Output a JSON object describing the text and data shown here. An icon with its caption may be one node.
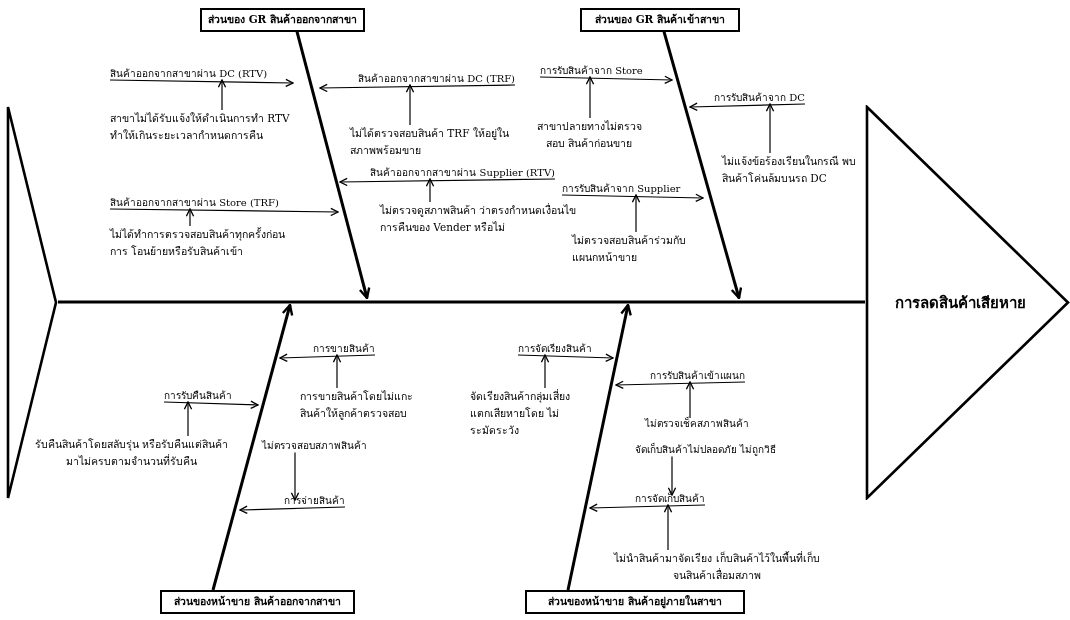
{
  "diagram": {
    "nodes": [
      {
        "text": [],
        "shape": "triangle"
      },
      {
        "text": [
          "การลดสินค้าเสียหาย"
        ]
      },
      {
        "text": [
          "ส่วนของ GR สินค้าออกจากสาขา"
        ]
      },
      {
        "text": [
          "สินค้าออกจากสาขาผ่าน DC  (RTV)"
        ]
      },
      {
        "text": [
          "สาขาไม่ได้รับแจ้งให้ดำเนินการทำ RTV ทำให้เกินระยะเวลากำหนดการคืน"
        ]
      },
      {
        "text": [
          "สินค้าออกจากสาขาผ่าน DC  (TRF)"
        ]
      },
      {
        "text": [
          "ไม่ได้ตรวจสอบสินค้า TRF ให้อยู่ใน สภาพพร้อมขาย"
        ]
      },
      {
        "text": [
          "สินค้าออกจากสาขาผ่าน Supplier (RTV)"
        ]
      },
      {
        "text": [
          "ไม่ตรวจดูสภาพสินค้า ว่าตรงกำหนดเงื่อนไขการคืนของ Vender หรือไม่"
        ]
      },
      {
        "text": [
          "สินค้าออกจากสาขาผ่าน Store (TRF)"
        ]
      },
      {
        "text": [
          "ไม่ได้ทำการตรวจสอบสินค้าทุกครั้งก่อนการ โอนย้ายหรือรับสินค้าเข้า"
        ]
      },
      {
        "text": [
          "ส่วนของ GR สินค้าเข้าสาขา"
        ]
      },
      {
        "text": [
          "การรับสินค้าจาก Store"
        ]
      },
      {
        "text": [
          "สาขาปลายทางไม่ตรวจสอบ สินค้าก่อนขาย"
        ]
      },
      {
        "text": [
          "การรับสินค้าจาก DC"
        ]
      },
      {
        "text": [
          "ไม่แจ้งข้อร้องเรียนในกรณี พบสินค้าโค่นล้มบนรถ DC"
        ]
      },
      {
        "text": [
          "การรับสินค้าจาก Supplier"
        ]
      },
      {
        "text": [
          "ไม่ตรวจสอบสินค้าร่วมกับ แผนกหน้าขาย"
        ]
      },
      {
        "text": [
          "ส่วนของหน้าขาย สินค้าออกจากสาขา"
        ]
      },
      {
        "text": [
          "การขายสินค้า"
        ]
      },
      {
        "text": [
          "การขายสินค้าโดยไม่แกะ สินค้าให้ลูกค้าตรวจสอบ"
        ]
      },
      {
        "text": [
          "การรับคืนสินค้า"
        ]
      },
      {
        "text": [
          "รับคืนสินค้าโดยสลับรุ่น หรือรับคืนแต่สินค้า มาไม่ครบตามจำนวนที่รับคืน"
        ]
      },
      {
        "text": [
          "ไม่ตรวจสอบสภาพสินค้า"
        ]
      },
      {
        "text": [
          "การจ่ายสินค้า"
        ]
      },
      {
        "text": [
          "ส่วนของหน้าขาย สินค้าอยู่ภายในสาขา"
        ]
      },
      {
        "text": [
          "การจัดเรียงสินค้า"
        ]
      },
      {
        "text": [
          "จัดเรียงสินค้ากลุ่มเสี่ยง แตกเสียหายโดย ไม่ระมัดระวัง"
        ]
      },
      {
        "text": [
          "การรับสินค้าเข้าแผนก"
        ]
      },
      {
        "text": [
          "ไม่ตรวจเช็คสภาพสินค้า"
        ]
      },
      {
        "text": [
          "จัดเก็บสินค้าไม่ปลอดภัย ไม่ถูกวิธี"
        ]
      },
      {
        "text": [
          "การจัดเก็บสินค้า"
        ]
      },
      {
        "text": [
          "ไม่นำสินค้ามาจัดเรียง เก็บสินค้าไว้ในพื้นที่เก็บ จนสินค้าเสื่อมสภาพ"
        ]
      }
    ],
    "edges": [
      {
        "from": 0,
        "to": 1,
        "arrow": "none",
        "style": "thick"
      },
      {
        "from": 2,
        "to": null,
        "arrow": "to",
        "style": "thick"
      },
      {
        "from": 3,
        "to": null,
        "arrow": "to"
      },
      {
        "from": 4,
        "to": 3,
        "arrow": "to"
      },
      {
        "from": 5,
        "to": null,
        "arrow": "to"
      },
      {
        "from": 6,
        "to": 5,
        "arrow": "to"
      },
      {
        "from": 7,
        "to": null,
        "arrow": "to"
      },
      {
        "from": 8,
        "to": 7,
        "arrow": "to"
      },
      {
        "from": 9,
        "to": null,
        "arrow": "to"
      },
      {
        "from": 10,
        "to": 9,
        "arrow": "to"
      },
      {
        "from": 11,
        "to": null,
        "arrow": "to",
        "style": "thick"
      },
      {
        "from": 12,
        "to": null,
        "arrow": "to"
      },
      {
        "from": 13,
        "to": 12,
        "arrow": "to"
      },
      {
        "from": 14,
        "to": null,
        "arrow": "to"
      },
      {
        "from": 15,
        "to": 14,
        "arrow": "to"
      },
      {
        "from": 16,
        "to": null,
        "arrow": "to"
      },
      {
        "from": 17,
        "to": 16,
        "arrow": "to"
      },
      {
        "from": 18,
        "to": null,
        "arrow": "to",
        "style": "thick"
      },
      {
        "from": 19,
        "to": null,
        "arrow": "to"
      },
      {
        "from": 20,
        "to": 19,
        "arrow": "to"
      },
      {
        "from": 21,
        "to": null,
        "arrow": "to"
      },
      {
        "from": 22,
        "to": 21,
        "arrow": "to"
      },
      {
        "from": 23,
        "to": 24,
        "arrow": "to"
      },
      {
        "from": 24,
        "to": null,
        "arrow": "to"
      },
      {
        "from": 25,
        "to": null,
        "arrow": "to",
        "style": "thick"
      },
      {
        "from": 26,
        "to": null,
        "arrow": "to"
      },
      {
        "from": 27,
        "to": 26,
        "arrow": "to"
      },
      {
        "from": 28,
        "to": null,
        "arrow": "to"
      },
      {
        "from": 29,
        "to": 28,
        "arrow": "to"
      },
      {
        "from": 30,
        "to": 31,
        "arrow": "to"
      },
      {
        "from": 31,
        "to": null,
        "arrow": "to"
      },
      {
        "from": 32,
        "to": 31,
        "arrow": "to"
      }
    ]
  }
}
